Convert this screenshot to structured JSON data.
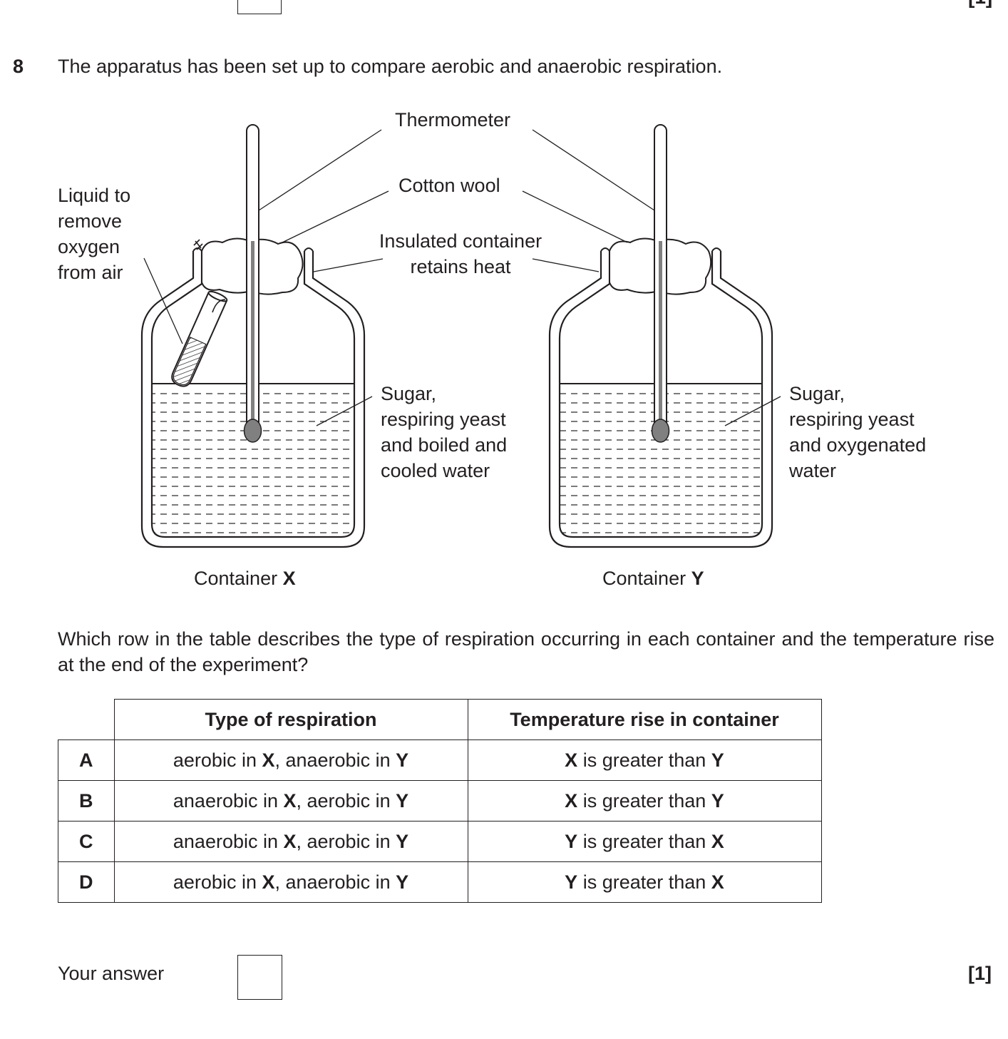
{
  "previous_marks": "[1]",
  "question": {
    "number": "8",
    "text": "The apparatus has been set up to compare aerobic and anaerobic respiration."
  },
  "diagram": {
    "labels": {
      "thermometer": "Thermometer",
      "cotton_wool": "Cotton wool",
      "insulated_line1": "Insulated container",
      "insulated_line2": "retains heat",
      "liquid_line1": "Liquid to",
      "liquid_line2": "remove",
      "liquid_line3": "oxygen",
      "liquid_line4": "from air",
      "x_contents_line1": "Sugar,",
      "x_contents_line2": "respiring yeast",
      "x_contents_line3": "and boiled and",
      "x_contents_line4": "cooled water",
      "y_contents_line1": "Sugar,",
      "y_contents_line2": "respiring yeast",
      "y_contents_line3": "and oxygenated",
      "y_contents_line4": "water"
    },
    "container_x": {
      "prefix": "Container ",
      "letter": "X"
    },
    "container_y": {
      "prefix": "Container ",
      "letter": "Y"
    }
  },
  "prompt": "Which row in the table describes the type of respiration occurring in each container and the temperature rise at the end of the experiment?",
  "table": {
    "headers": [
      "Type of respiration",
      "Temperature rise in container"
    ],
    "rows": [
      {
        "key": "A",
        "resp": {
          "a": "aerobic in ",
          "b": "X",
          "c": ", anaerobic in ",
          "d": "Y"
        },
        "temp": {
          "a": "X",
          "b": " is greater than ",
          "c": "Y"
        }
      },
      {
        "key": "B",
        "resp": {
          "a": "anaerobic in ",
          "b": "X",
          "c": ", aerobic in ",
          "d": "Y"
        },
        "temp": {
          "a": "X",
          "b": " is greater than ",
          "c": "Y"
        }
      },
      {
        "key": "C",
        "resp": {
          "a": "anaerobic in ",
          "b": "X",
          "c": ", aerobic in ",
          "d": "Y"
        },
        "temp": {
          "a": "Y",
          "b": " is greater than ",
          "c": "X"
        }
      },
      {
        "key": "D",
        "resp": {
          "a": "aerobic in ",
          "b": "X",
          "c": ", anaerobic in ",
          "d": "Y"
        },
        "temp": {
          "a": "Y",
          "b": " is greater than ",
          "c": "X"
        }
      }
    ]
  },
  "answer": {
    "label": "Your answer",
    "value": ""
  },
  "marks": "[1]"
}
